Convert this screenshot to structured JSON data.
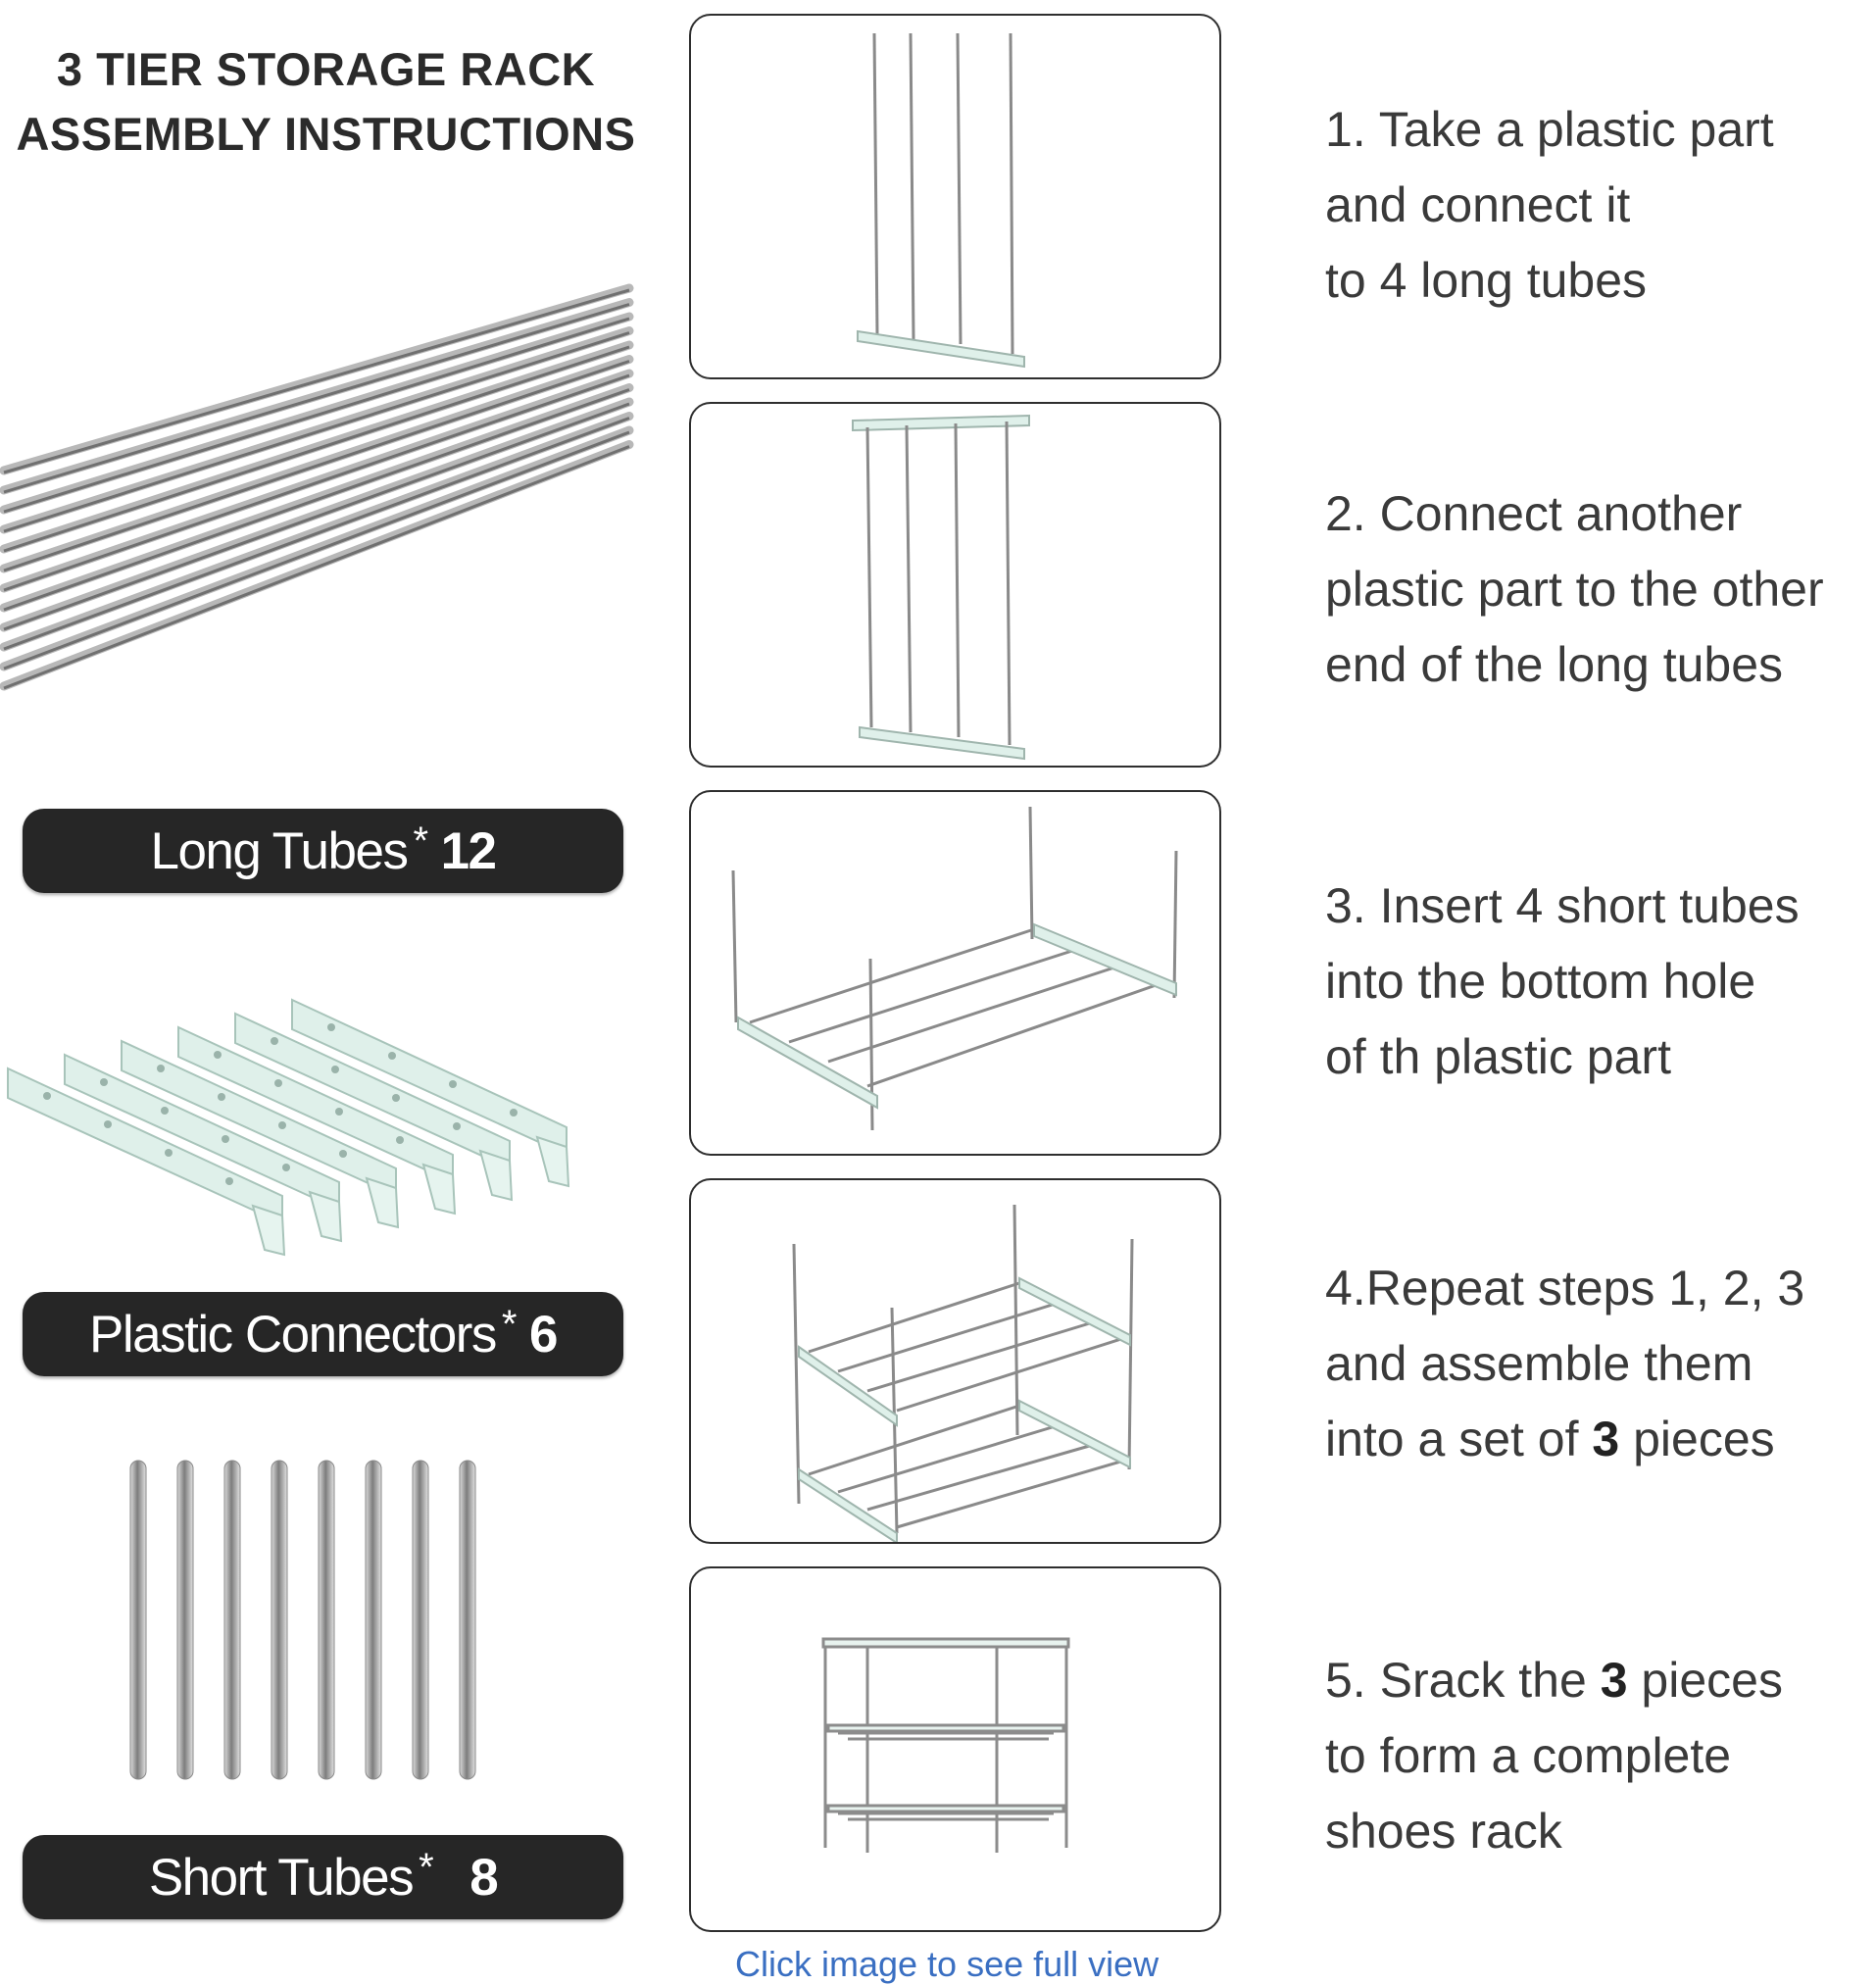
{
  "title": {
    "line1": "3 TIER STORAGE RACK",
    "line2": "ASSEMBLY INSTRUCTIONS"
  },
  "parts": [
    {
      "name": "Long Tubes",
      "sep": "*",
      "count": "12"
    },
    {
      "name": "Plastic Connectors",
      "sep": "*",
      "count": "6"
    },
    {
      "name": "Short Tubes",
      "sep": "*",
      "count": "8"
    }
  ],
  "steps": [
    {
      "lines": [
        "1. Take a plastic part",
        "and connect it",
        "to 4 long tubes"
      ]
    },
    {
      "lines": [
        "2. Connect another",
        "plastic part to the other",
        "end of the long tubes"
      ]
    },
    {
      "lines": [
        "3. Insert 4 short tubes",
        "into the bottom hole",
        "of th plastic part"
      ]
    },
    {
      "l1": "4.Repeat steps 1, 2, 3",
      "l2": "and assemble them",
      "l3_pre": "into a set of ",
      "l3_num": "3",
      "l3_post": " pieces"
    },
    {
      "l1_pre": "5. Srack the ",
      "l1_num": "3",
      "l1_post": " pieces",
      "l2": "to form a complete",
      "l3": "shoes rack"
    }
  ],
  "footer": "Click image to see full view",
  "colors": {
    "label_bg": "#262626",
    "connector": "#dff0ea",
    "tube": "#9a9a9a",
    "panel_border": "#2e2e2e"
  }
}
